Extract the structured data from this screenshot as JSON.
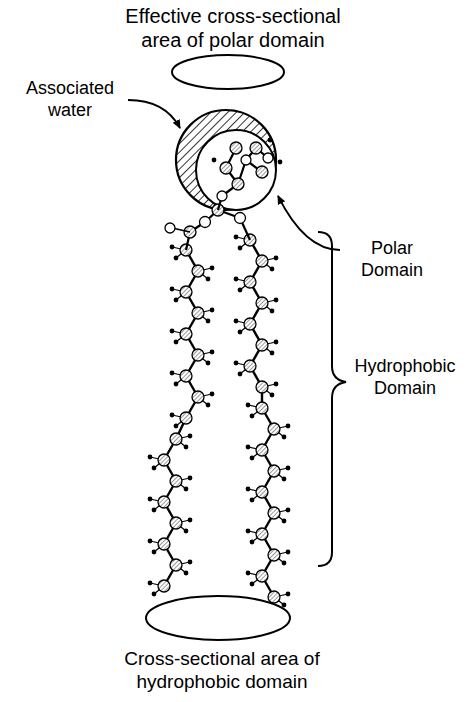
{
  "diagram": {
    "labels": [
      "Effective cross-sectional area of polar domain",
      "Associated water",
      "Polar Domain",
      "Hydrophobic Domain",
      "Cross-sectional area of hydrophobic domain"
    ]
  }
}
